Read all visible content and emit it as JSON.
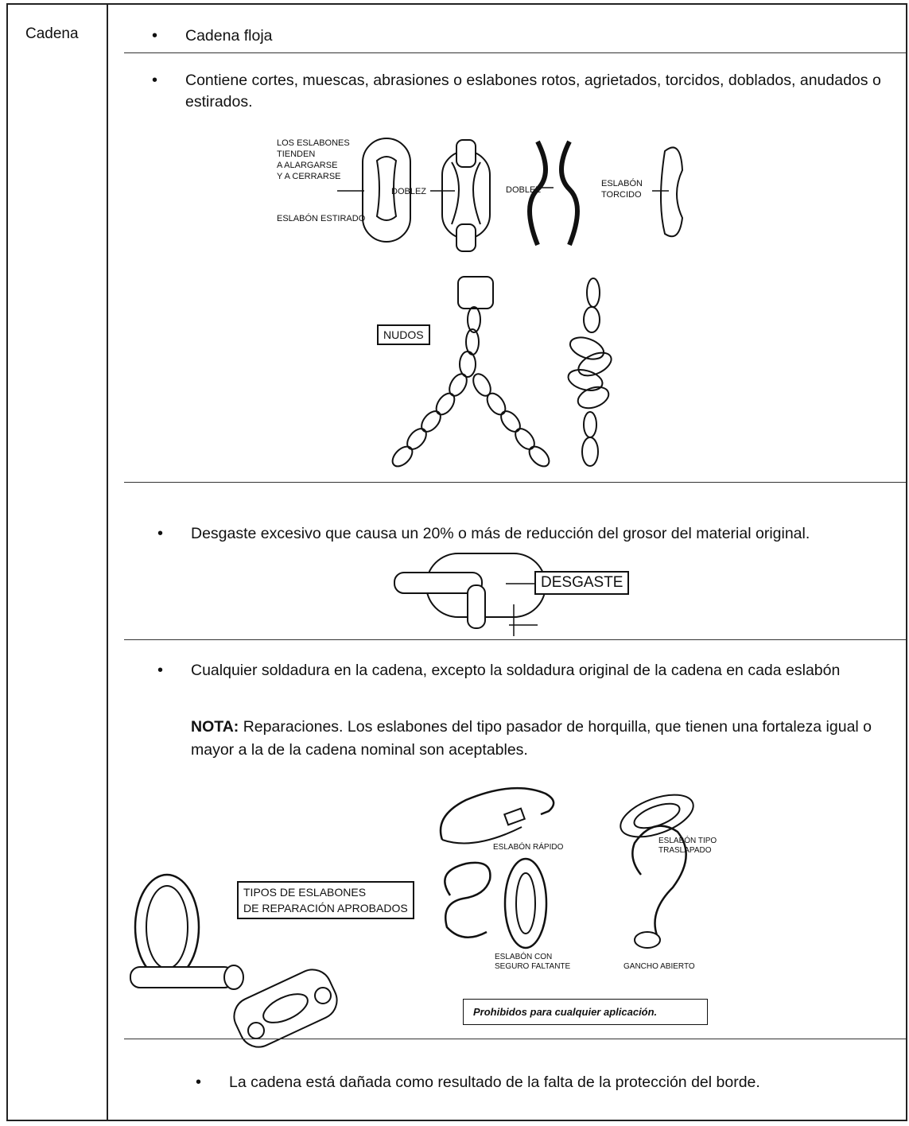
{
  "table": {
    "category": "Cadena",
    "rows": [
      {
        "text": "Cadena floja"
      },
      {
        "text": "Contiene cortes, muescas, abrasiones o eslabones rotos, agrietados, torcidos, doblados, anudados o estirados."
      },
      {
        "text": "Desgaste excesivo que causa un 20% o más de reducción del grosor del material original."
      },
      {
        "text": "Cualquier soldadura en la cadena, excepto la soldadura original de la cadena en cada eslabón"
      },
      {
        "text": "La cadena está dañada como resultado de la falta de la protección del borde."
      }
    ],
    "note": {
      "label": "NOTA:",
      "text": "Reparaciones. Los eslabones del tipo pasador de horquilla, que tienen una fortaleza igual o mayor a la de la cadena nominal son aceptables."
    }
  },
  "figures": {
    "stretched": {
      "caption_lines": [
        "LOS ESLABONES",
        "TIENDEN",
        "A ALARGARSE",
        "Y A CERRARSE"
      ],
      "name": "ESLABÓN ESTIRADO"
    },
    "bend1": "DOBLEZ",
    "bend2": "DOBLEZ",
    "twisted_lines": [
      "ESLABÓN",
      "TORCIDO"
    ],
    "knots": "NUDOS",
    "wear": "DESGASTE",
    "approved_lines": [
      "TIPOS DE ESLABONES",
      "DE REPARACIÓN APROBADOS"
    ],
    "quick_link": "ESLABÓN RÁPIDO",
    "lap_link_lines": [
      "ESLABÓN TIPO",
      "TRASLAPADO"
    ],
    "missing_lines": [
      "ESLABÓN CON",
      "SEGURO FALTANTE"
    ],
    "open_hook": "GANCHO ABIERTO",
    "prohibited": "Prohibidos para cualquier aplicación."
  }
}
